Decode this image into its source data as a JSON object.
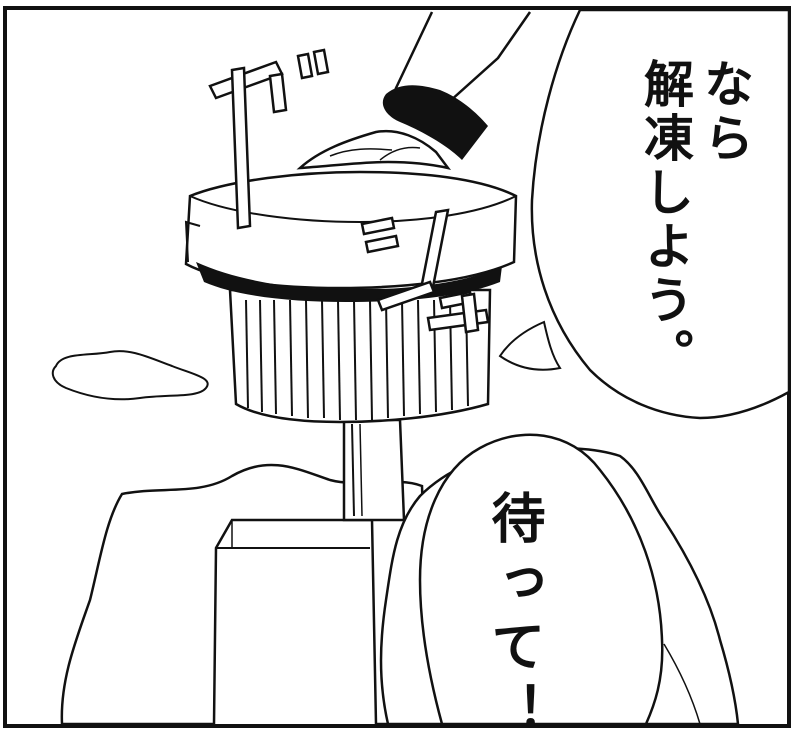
{
  "speech_bubbles": {
    "upper": {
      "line1": "なら",
      "line2": "解凍しよう。"
    },
    "lower": {
      "text": "待って！"
    }
  },
  "sound_effects": {
    "main": "ゴ"
  },
  "colors": {
    "ink": "#111111",
    "paper": "#ffffff"
  }
}
